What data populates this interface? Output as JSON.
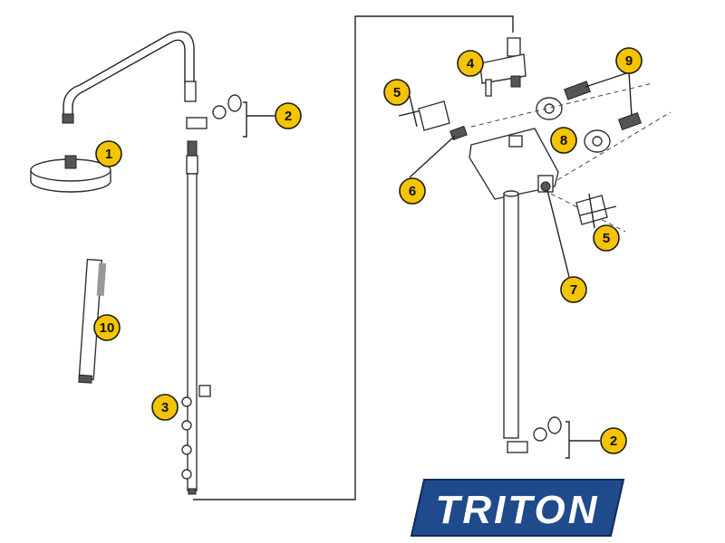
{
  "brand": {
    "logo_text": "TRITON",
    "logo_color": "#1f4a8c"
  },
  "colors": {
    "callout_fill": "#f5c400",
    "callout_stroke": "#1a1a1a"
  },
  "callouts": {
    "c1": "1",
    "c2a": "2",
    "c2b": "2",
    "c3": "3",
    "c4": "4",
    "c5a": "5",
    "c5b": "5",
    "c6": "6",
    "c7": "7",
    "c8": "8",
    "c9": "9",
    "c10": "10"
  }
}
